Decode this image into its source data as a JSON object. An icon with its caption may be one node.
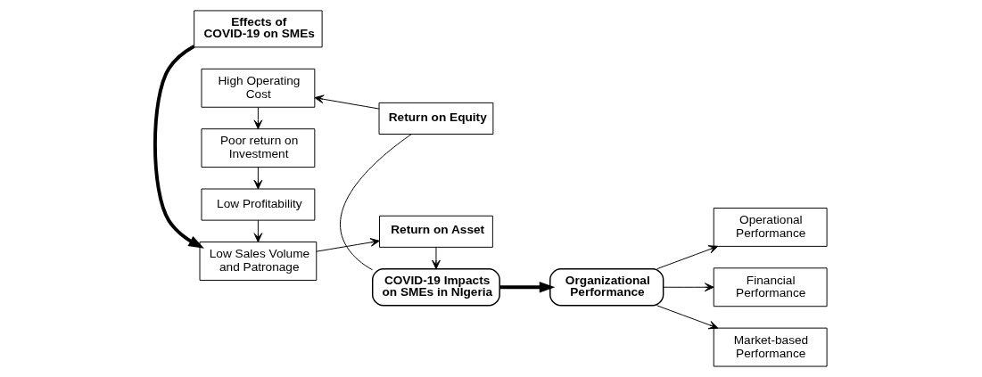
{
  "diagram": {
    "nodes": [
      {
        "text": [
          "Effects of COVID-19 on SMEs"
        ]
      },
      {
        "text": [
          "Low Sales Volume and Patronage"
        ]
      },
      {
        "text": [
          "Low Profitability"
        ]
      },
      {
        "text": [
          "Poor return on Investment"
        ]
      },
      {
        "text": [
          "High Operating Cost"
        ]
      },
      {
        "text": [
          "Return on Asset"
        ]
      },
      {
        "text": [
          "COVID-19 Impacts on SMEs in NIgeria"
        ]
      },
      {
        "text": [
          "Return on Equity"
        ]
      },
      {
        "text": [
          "Organizational Performance"
        ]
      },
      {
        "text": [
          "Operational Performance"
        ]
      },
      {
        "text": [
          "Financial Performance"
        ]
      },
      {
        "text": [
          "Market-based Performance"
        ]
      }
    ],
    "edges": [
      {
        "from": 0,
        "to": 1,
        "arrow": "to",
        "style": "thick"
      },
      {
        "from": 2,
        "to": 1,
        "arrow": "to"
      },
      {
        "from": 3,
        "to": 2,
        "arrow": "to"
      },
      {
        "from": 4,
        "to": 3,
        "arrow": "to"
      },
      {
        "from": 1,
        "to": 5,
        "arrow": "to"
      },
      {
        "from": 5,
        "to": 6,
        "arrow": "to"
      },
      {
        "from": 7,
        "to": 6,
        "arrow": "none"
      },
      {
        "from": 7,
        "to": 4,
        "arrow": "to"
      },
      {
        "from": 6,
        "to": 8,
        "arrow": "to",
        "style": "thick"
      },
      {
        "from": 8,
        "to": 9,
        "arrow": "to"
      },
      {
        "from": 8,
        "to": 10,
        "arrow": "to"
      },
      {
        "from": 8,
        "to": 11,
        "arrow": "to"
      }
    ]
  }
}
